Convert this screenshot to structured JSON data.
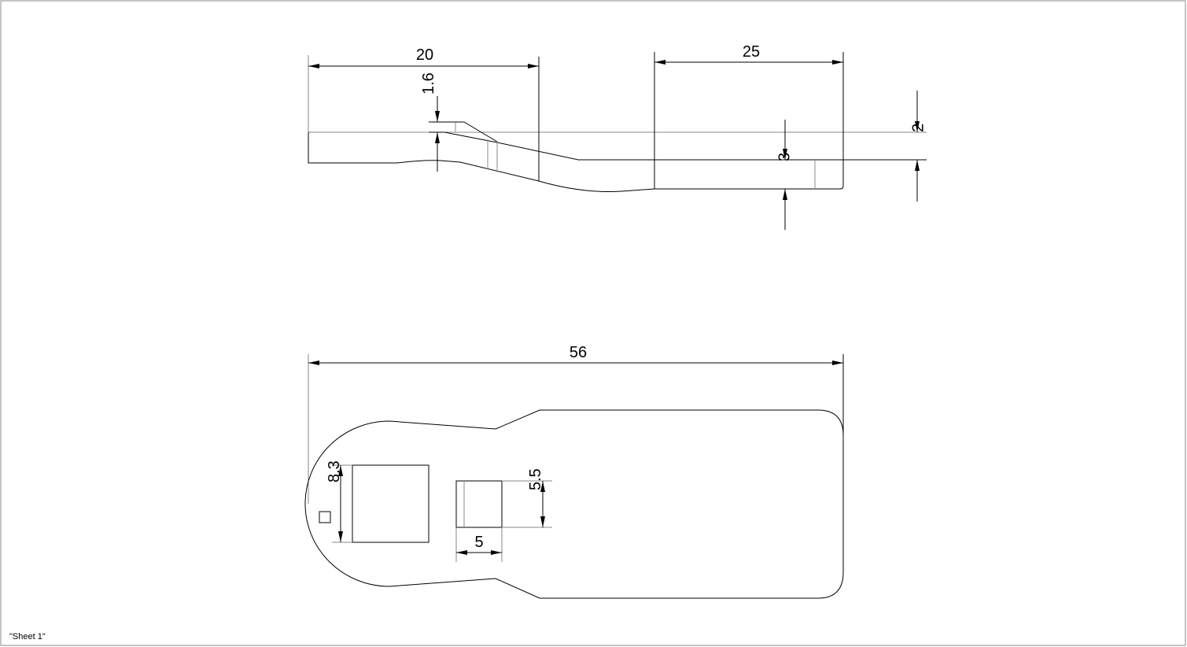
{
  "sheet_label": "\"Sheet 1\"",
  "side_view": {
    "dim_length_left": "20",
    "dim_length_right": "25",
    "dim_step_height": "1.6",
    "dim_thickness": "3",
    "dim_offset": "2"
  },
  "top_view": {
    "dim_overall_length": "56",
    "dim_square_hole": "8.3",
    "dim_square_symbol": "□",
    "dim_slot_height": "5.5",
    "dim_slot_width": "5"
  }
}
